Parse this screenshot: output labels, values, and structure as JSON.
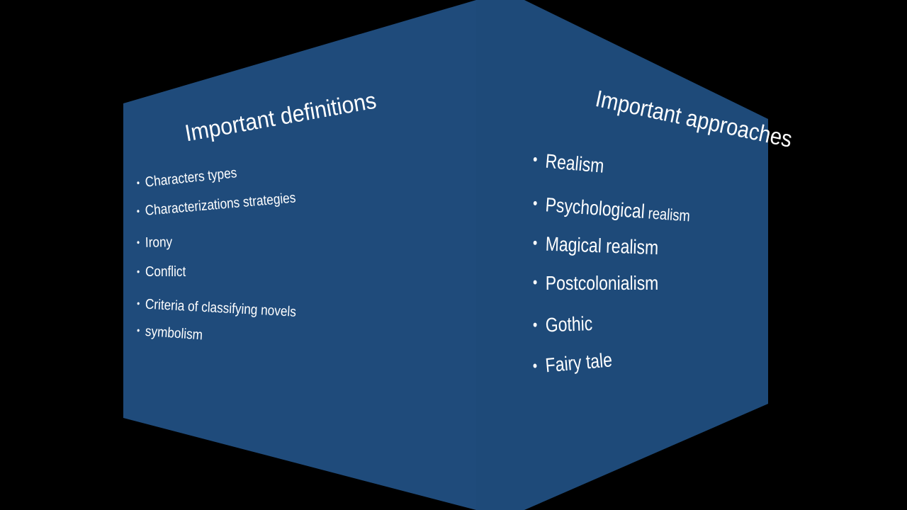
{
  "colors": {
    "background": "#000000",
    "left_face": "#1f4b7b",
    "right_face": "#1e4a79",
    "text": "#ffffff"
  },
  "left_face": {
    "title": "Important definitions",
    "items": [
      "Characters types",
      "Characterizations strategies",
      "Irony",
      "Conflict",
      "Criteria of classifying novels",
      "symbolism"
    ]
  },
  "right_face": {
    "title": "Important approaches",
    "items": [
      {
        "main": "Realism",
        "tail": ""
      },
      {
        "main": "Psychological",
        "tail": " realism"
      },
      {
        "main": "Magical realism",
        "tail": ""
      },
      {
        "main": "Postcolonialism",
        "tail": ""
      },
      {
        "main": "Gothic",
        "tail": ""
      },
      {
        "main": "Fairy tale",
        "tail": ""
      }
    ]
  },
  "bullet": "•"
}
